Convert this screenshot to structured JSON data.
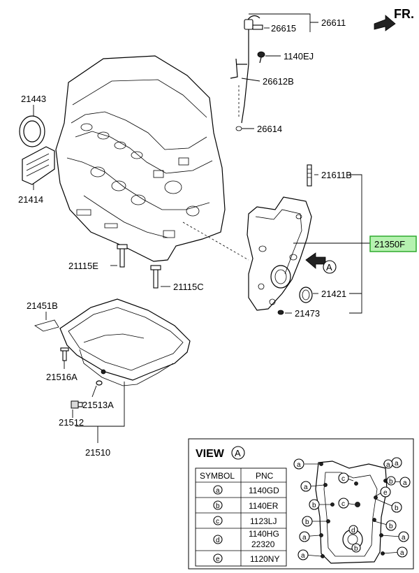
{
  "direction_label": "FR.",
  "callouts": {
    "p26611": "26611",
    "p26615": "26615",
    "p1140EJ": "1140EJ",
    "p26612B": "26612B",
    "p26614": "26614",
    "p21443": "21443",
    "p21414": "21414",
    "p21611B": "21611B",
    "p21350F": "21350F",
    "p21421": "21421",
    "p21473": "21473",
    "p21115E": "21115E",
    "p21115C": "21115C",
    "p21451B": "21451B",
    "p21516A": "21516A",
    "p21513A": "21513A",
    "p21512": "21512",
    "p21510": "21510"
  },
  "highlighted_part": "21350F",
  "highlight_color": "#b6f2b0",
  "view_marker": "A",
  "view_panel": {
    "title": "VIEW",
    "marker": "A",
    "headers": [
      "SYMBOL",
      "PNC"
    ],
    "rows": [
      {
        "symbol": "a",
        "pnc": [
          "1140GD"
        ]
      },
      {
        "symbol": "b",
        "pnc": [
          "1140ER"
        ]
      },
      {
        "symbol": "c",
        "pnc": [
          "1123LJ"
        ]
      },
      {
        "symbol": "d",
        "pnc": [
          "1140HG",
          "22320"
        ]
      },
      {
        "symbol": "e",
        "pnc": [
          "1120NY"
        ]
      }
    ],
    "cover_symbols": {
      "s1": "a",
      "s2": "a",
      "s3": "a",
      "s4": "a",
      "s5": "a",
      "s6": "a",
      "s7": "a",
      "s8": "a",
      "s9": "a",
      "s10": "b",
      "s11": "b",
      "s12": "b",
      "s13": "b",
      "s14": "b",
      "s15": "b",
      "s16": "c",
      "s17": "c",
      "s18": "d",
      "s19": "e"
    }
  }
}
